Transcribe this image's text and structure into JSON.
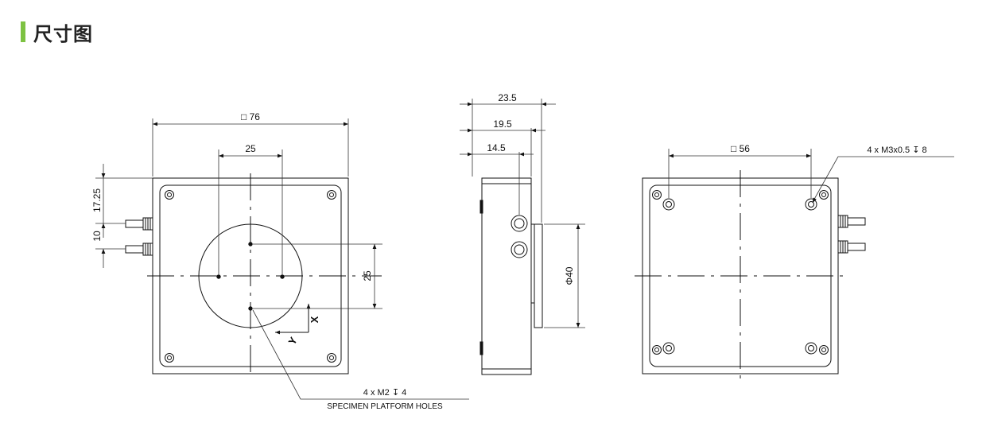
{
  "header": {
    "title": "尺寸图",
    "accent_color": "#7dc242"
  },
  "colors": {
    "line": "#111111",
    "dim": "#333333"
  },
  "front_view": {
    "width_label": "□ 76",
    "hole_spacing_label": "25",
    "vertical_spacing_label": "25",
    "edge_offset_label": "17.25",
    "connector_spacing_label": "10",
    "axis_x_label": "X",
    "axis_y_label": "Y",
    "callout_line1": "4 x  M2 ↧ 4",
    "callout_line2": "SPECIMEN PLATFORM HOLES"
  },
  "side_view": {
    "dim_total": "23.5",
    "dim_mid": "19.5",
    "dim_short": "14.5",
    "diameter_label": "Φ40"
  },
  "back_view": {
    "hole_spacing_label": "□ 56",
    "callout_label": "4 x M3x0.5 ↧ 8"
  }
}
